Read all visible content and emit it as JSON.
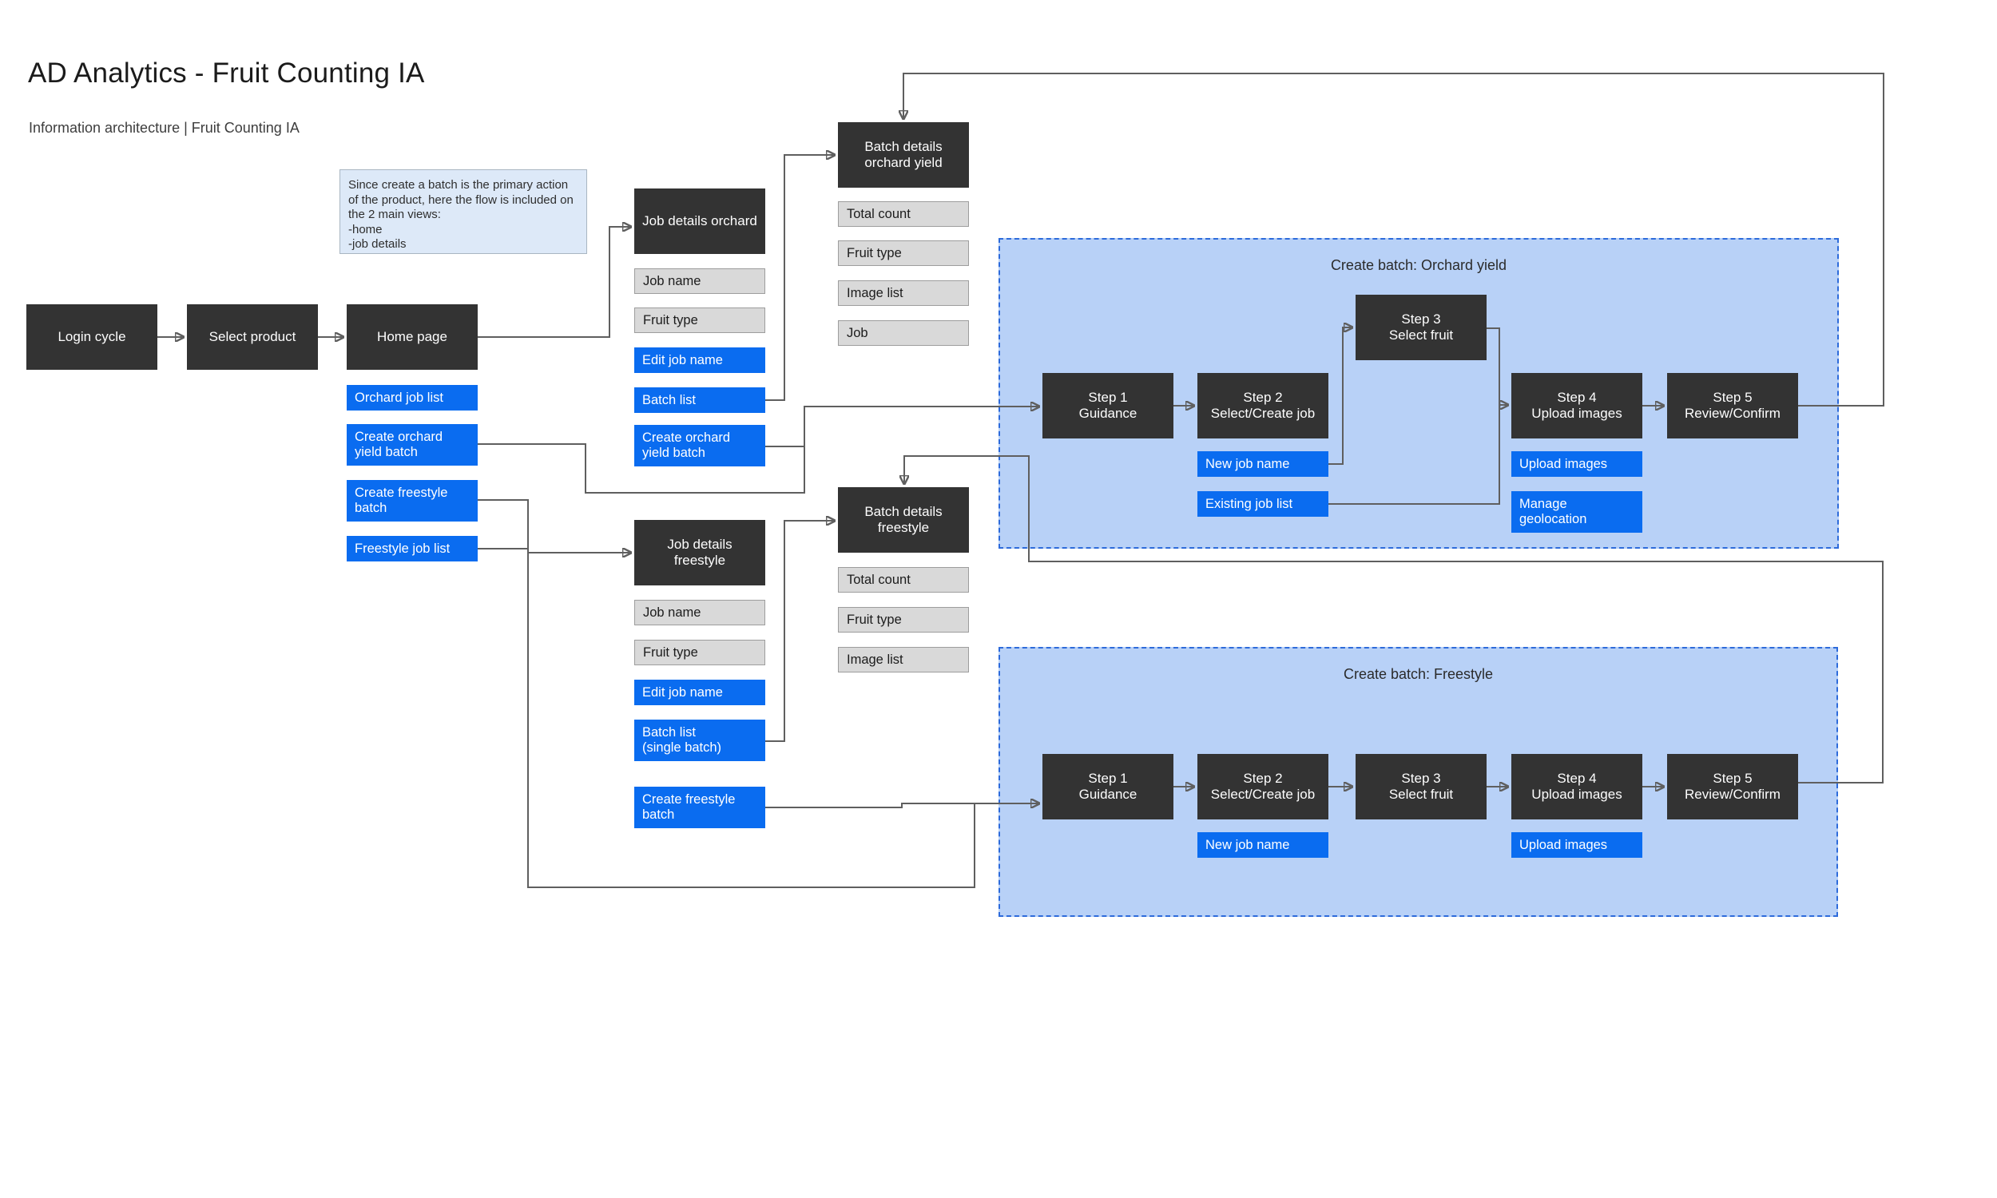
{
  "header": {
    "title": "AD Analytics - Fruit Counting IA",
    "subtitle": "Information architecture | Fruit Counting IA"
  },
  "note": {
    "text": "Since create a batch is the primary action\nof the product, here the flow is included on\nthe 2 main views:\n-home\n-job details"
  },
  "colors": {
    "blue": "#0a6cf0",
    "dark": "#333333",
    "grayFill": "#d9d9d9",
    "grayBorder": "#9d9d9d",
    "containerFill": "#b8d1f7",
    "containerBorder": "#2d6bdb",
    "noteFill": "#dde9f8",
    "noteBorder": "#a9b6c2",
    "edge": "#5f5f5f",
    "arrow": "#3a3a3a"
  },
  "flows": {
    "orchard": {
      "title": "Create batch: Orchard yield"
    },
    "freestyle": {
      "title": "Create batch: Freestyle"
    }
  },
  "nodes": {
    "login": "Login cycle",
    "select_product": "Select product",
    "home_page": "Home page",
    "home_orchard_job_list": "Orchard job list",
    "home_create_orchard_yield_batch": "Create orchard\nyield batch",
    "home_create_freestyle_batch": "Create freestyle\nbatch",
    "home_freestyle_job_list": "Freestyle job list",
    "job_details_orchard": "Job details orchard",
    "jdo_job_name": "Job name",
    "jdo_fruit_type": "Fruit type",
    "jdo_edit_job_name": "Edit job name",
    "jdo_batch_list": "Batch list",
    "jdo_create_orchard_yield_batch": "Create orchard\nyield batch",
    "job_details_freestyle": "Job details\nfreestyle",
    "jdf_job_name": "Job name",
    "jdf_fruit_type": "Fruit type",
    "jdf_edit_job_name": "Edit job name",
    "jdf_batch_list_single": "Batch list\n(single batch)",
    "jdf_create_freestyle_batch": "Create freestyle\nbatch",
    "batch_details_orchard_yield": "Batch details\norchard yield",
    "bdo_total_count": "Total count",
    "bdo_fruit_type": "Fruit type",
    "bdo_image_list": "Image list",
    "bdo_job": "Job",
    "batch_details_freestyle": "Batch details\nfreestyle",
    "bdf_total_count": "Total count",
    "bdf_fruit_type": "Fruit type",
    "bdf_image_list": "Image list",
    "orchard_step1": "Step 1\nGuidance",
    "orchard_step2": "Step 2\nSelect/Create job",
    "orchard_step3": "Step 3\nSelect fruit",
    "orchard_step4": "Step 4\nUpload images",
    "orchard_step5": "Step 5\nReview/Confirm",
    "orchard_new_job_name": "New job name",
    "orchard_existing_job_list": "Existing job list",
    "orchard_upload_images": "Upload images",
    "orchard_manage_geolocation": "Manage\ngeolocation",
    "freestyle_step1": "Step 1\nGuidance",
    "freestyle_step2": "Step 2\nSelect/Create job",
    "freestyle_step3": "Step 3\nSelect fruit",
    "freestyle_step4": "Step 4\nUpload images",
    "freestyle_step5": "Step 5\nReview/Confirm",
    "freestyle_new_job_name": "New job name",
    "freestyle_upload_images": "Upload images"
  }
}
